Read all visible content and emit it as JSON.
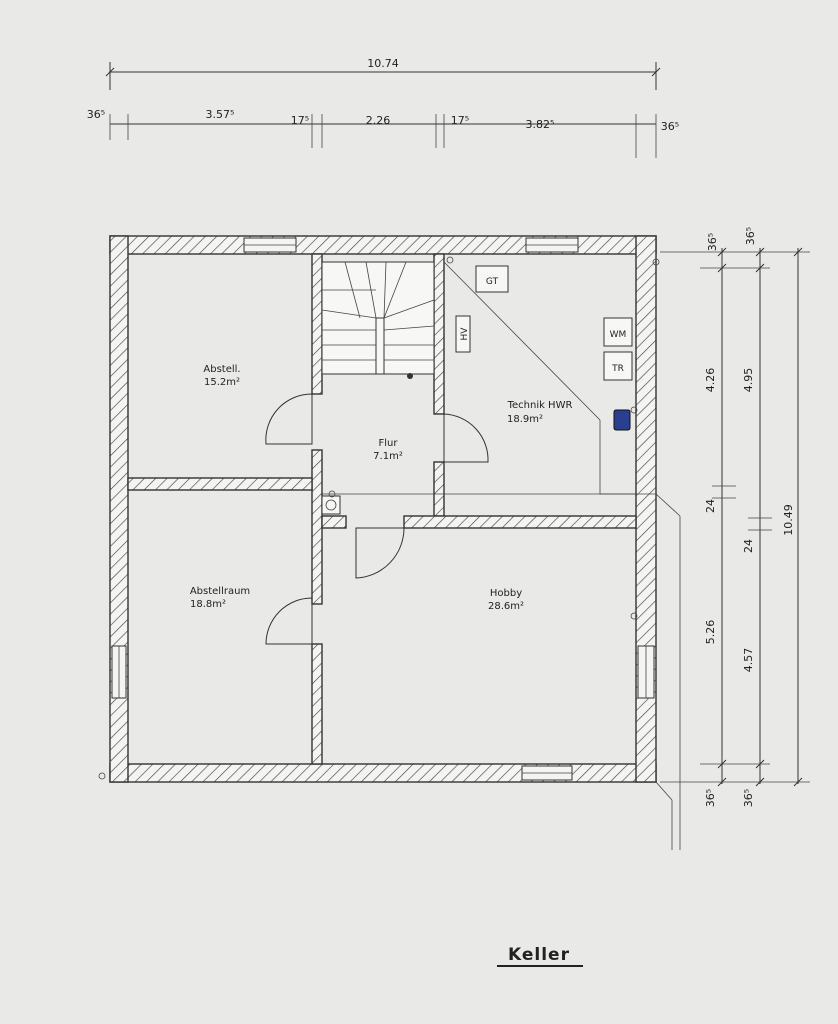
{
  "dimensions_top": {
    "overall": "10.74",
    "segments": [
      "36⁵",
      "3.57⁵",
      "17⁵",
      "2.26",
      "17⁵",
      "3.82⁵",
      "36⁵"
    ]
  },
  "dimensions_right": {
    "col1": [
      "36⁵",
      "4.26",
      "24",
      "5.26",
      "36⁵"
    ],
    "col2": [
      "36⁵",
      "4.95",
      "24",
      "4.57",
      "36⁵"
    ],
    "overall": "10.49"
  },
  "rooms": {
    "abstell": {
      "name": "Abstell.",
      "area": "15.2m²"
    },
    "flur": {
      "name": "Flur",
      "area": "7.1m²"
    },
    "technik": {
      "name": "Technik HWR",
      "area": "18.9m²"
    },
    "abstellraum": {
      "name": "Abstellraum",
      "area": "18.8m²"
    },
    "hobby": {
      "name": "Hobby",
      "area": "28.6m²"
    }
  },
  "fixtures": {
    "gt": "GT",
    "wm": "WM",
    "tr": "TR",
    "hv": "HV"
  },
  "title": "Keller",
  "colors": {
    "paper": "#e9e9e7",
    "ink": "#333333",
    "meter": "#2a3f8f"
  }
}
